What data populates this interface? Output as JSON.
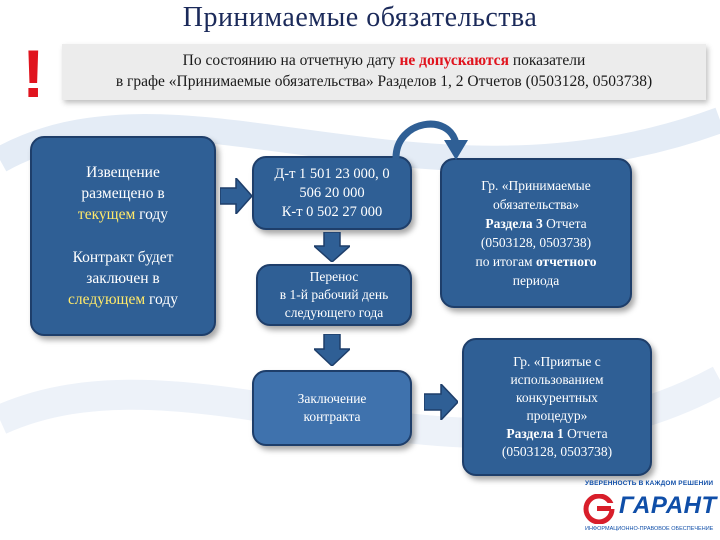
{
  "title": "Принимаемые обязательства",
  "notice": {
    "part1": "По состоянию на отчетную дату ",
    "highlight": "не допускаются",
    "part2": " показатели",
    "line2": "в графе «Принимаемые обязательства» Разделов 1, 2 Отчетов (0503128, 0503738)"
  },
  "left_box": {
    "item1_line1": "Извещение",
    "item1_line2": "размещено в",
    "item1_hl": "текущем",
    "item1_tail": " году",
    "item2_line1": "Контракт будет",
    "item2_line2": "заключен в",
    "item2_hl": "следующем",
    "item2_tail": " году"
  },
  "entry_box": {
    "line1": "Д-т 1 501 23 000, 0",
    "line2": "506 20 000",
    "line3": "К-т 0 502 27 000"
  },
  "transfer_box": {
    "line1": "Перенос",
    "line2": "в 1-й рабочий день",
    "line3": "следующего года"
  },
  "contract_box": {
    "line1": "Заключение",
    "line2": "контракта"
  },
  "accepted_box": {
    "line1": "Гр. «Принимаемые",
    "line2": "обязательства»",
    "line3": "Раздела 3",
    "line3_tail": " Отчета",
    "line4": "(0503128, 0503738)",
    "line5_head": "по итогам ",
    "line5_bold": "отчетного",
    "line6": "периода"
  },
  "competitive_box": {
    "line1": "Гр. «Приятые с",
    "line2": "использованием",
    "line3": "конкурентных",
    "line4": "процедур»",
    "line5": "Раздела 1",
    "line5_tail": " Отчета",
    "line6": "(0503128, 0503738)"
  },
  "logo": {
    "tagline": "УВЕРЕННОСТЬ В КАЖДОМ РЕШЕНИИ",
    "name": "ГАРАНТ",
    "subtitle": "ИНФОРМАЦИОННО-ПРАВОВОЕ ОБЕСПЕЧЕНИЕ"
  },
  "colors": {
    "box_fill": "#2f5f95",
    "box_border": "#1e3e6a",
    "highlight_text": "#ffe96a",
    "alert_red": "#e0141e",
    "title_text": "#1b2a5a"
  }
}
